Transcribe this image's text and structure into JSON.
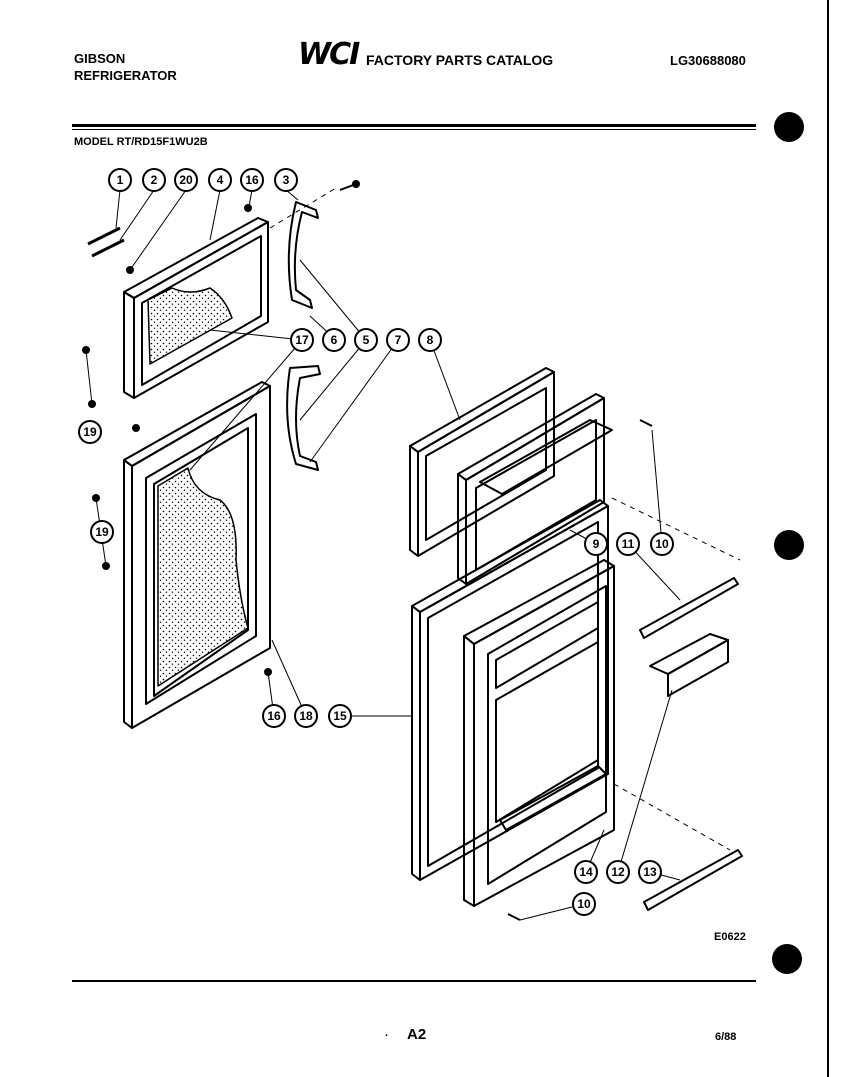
{
  "header": {
    "brand": "GIBSON",
    "product": "REFRIGERATOR",
    "logo": "WCI",
    "title": "FACTORY PARTS CATALOG",
    "catalog_number": "LG30688080"
  },
  "model_line": "MODEL RT/RD15F1WU2B",
  "callouts": [
    "1",
    "2",
    "20",
    "4",
    "16",
    "3",
    "17",
    "6",
    "5",
    "7",
    "8",
    "19",
    "19",
    "9",
    "11",
    "10",
    "16",
    "18",
    "15",
    "14",
    "12",
    "13",
    "10"
  ],
  "figure_code": "E0622",
  "footer": {
    "page": "A2",
    "date": "6/88"
  },
  "colors": {
    "ink": "#000000",
    "paper": "#ffffff"
  }
}
